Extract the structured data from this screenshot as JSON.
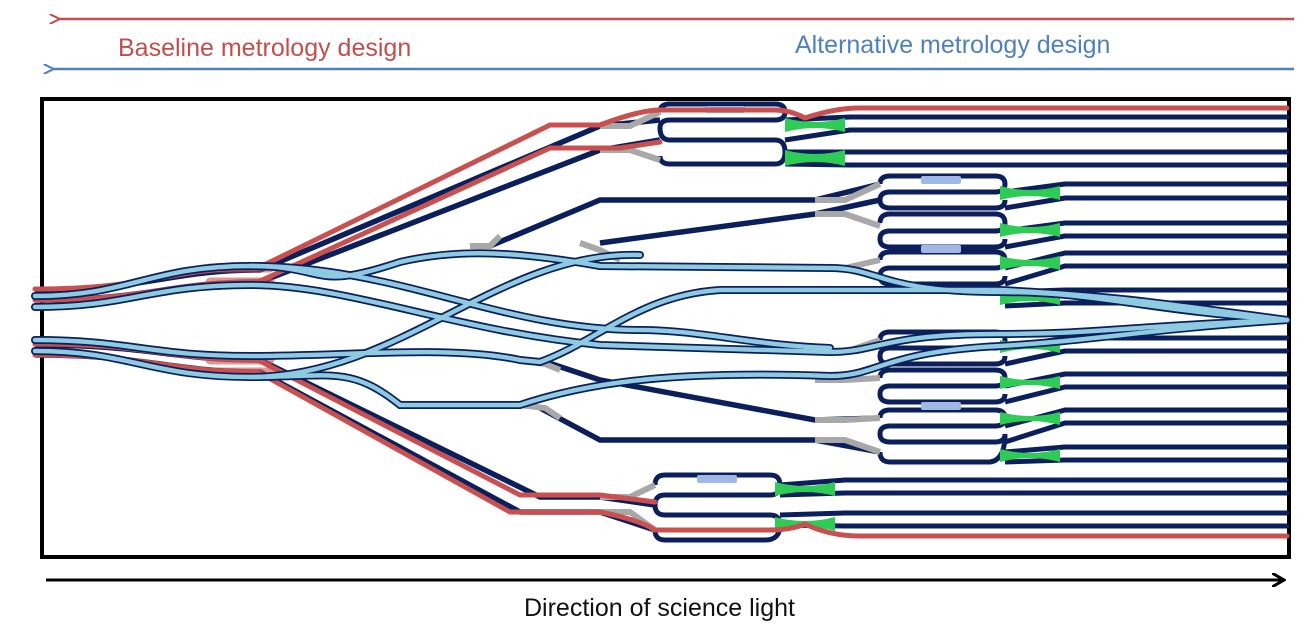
{
  "labels": {
    "baseline": "Baseline metrology design",
    "alternative": "Alternative metrology design",
    "direction": "Direction of science light"
  },
  "colors": {
    "baseline": "#c0504d",
    "alternative": "#4f81bd",
    "waveguide": "#0b1f5c",
    "alt_path": "#8ecae0",
    "baseline_path": "#c9504f",
    "splitter": "#a8a8a8",
    "coupler": "#2ecc55",
    "phase": "#9fb8e6",
    "frame": "#000000"
  }
}
